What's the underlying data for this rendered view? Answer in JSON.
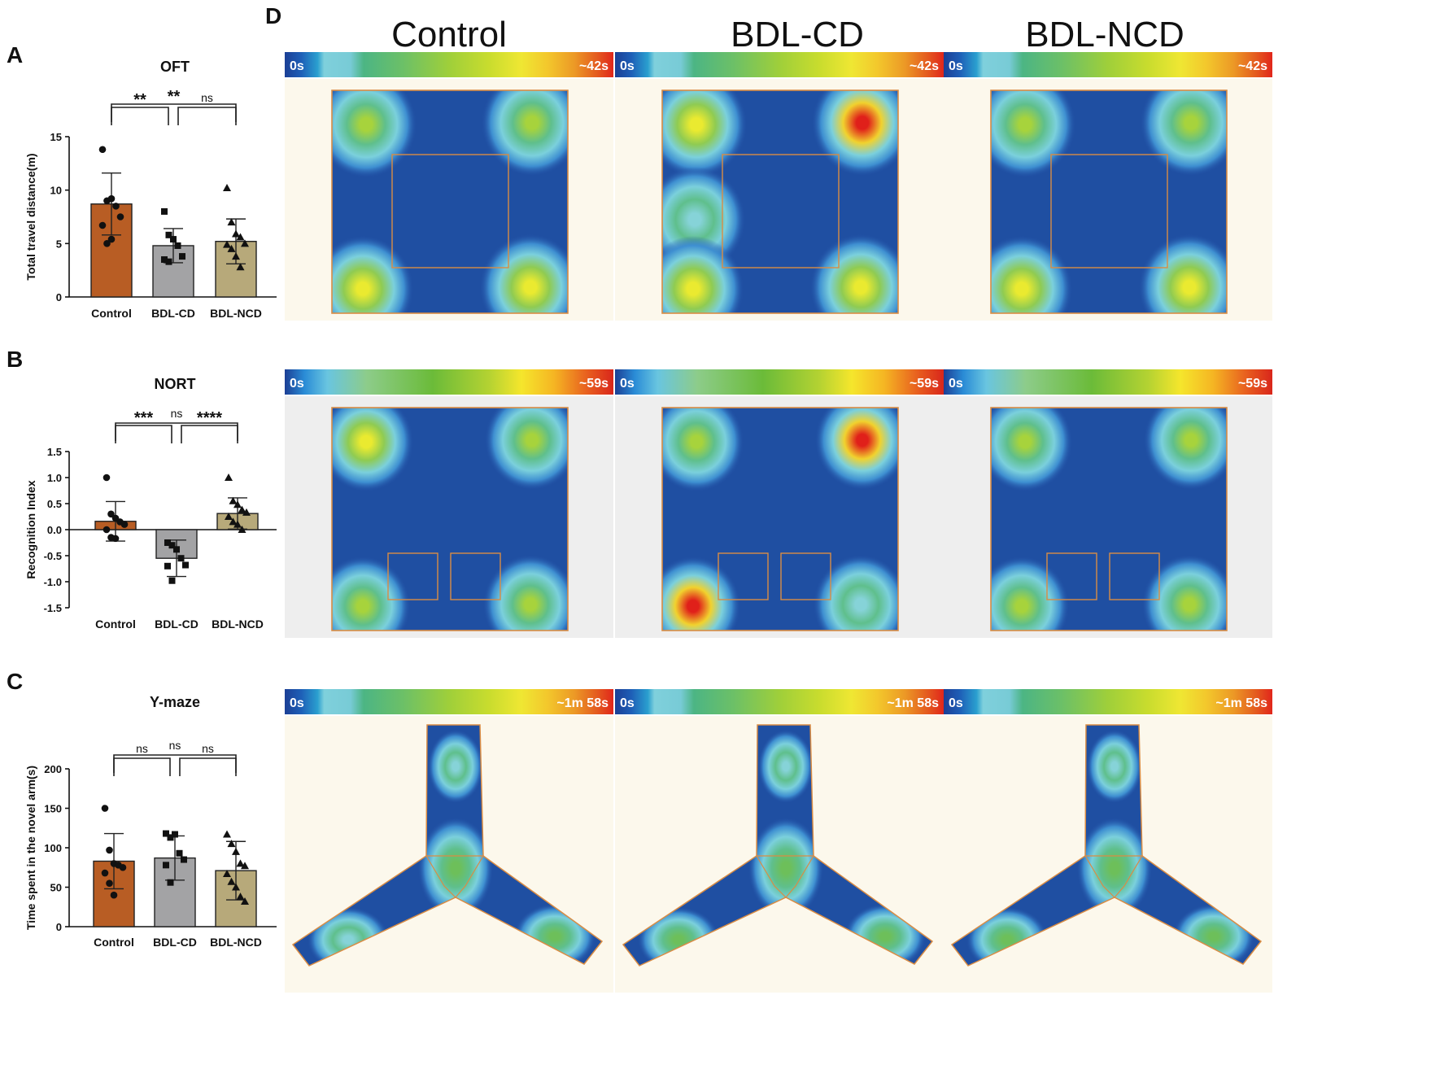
{
  "panel_letters": {
    "a": "A",
    "b": "B",
    "c": "C",
    "d": "D"
  },
  "heatmap_columns": [
    "Control",
    "BDL-CD",
    "BDL-NCD"
  ],
  "colors": {
    "control": "#b85d24",
    "bdl_cd": "#a3a3a5",
    "bdl_ncd": "#b7a97a",
    "arena_blue": "#1f4fa2",
    "arena_border": "#d98c44",
    "beige_bg": "#fcf8ec",
    "grey_bg": "#eeeeee"
  },
  "chart_data": [
    {
      "id": "A",
      "type": "bar",
      "title": "OFT",
      "ylabel": "Total travel distance(m)",
      "categories": [
        "Control",
        "BDL-CD",
        "BDL-NCD"
      ],
      "values": [
        8.7,
        4.8,
        5.2
      ],
      "error_sd": [
        2.9,
        1.6,
        2.1
      ],
      "points": [
        [
          13.8,
          9.0,
          9.2,
          8.5,
          7.5,
          6.7,
          5.0,
          5.4
        ],
        [
          8.0,
          5.8,
          5.4,
          4.8,
          3.8,
          3.5,
          3.3
        ],
        [
          10.2,
          7.0,
          5.9,
          5.6,
          5.0,
          4.9,
          4.5,
          3.8,
          2.8
        ]
      ],
      "markers": [
        "circle",
        "square",
        "triangle"
      ],
      "ylim": [
        0,
        15
      ],
      "yticks": [
        0,
        5,
        10,
        15
      ],
      "comparisons": [
        {
          "from": 0,
          "to": 1,
          "label": "**"
        },
        {
          "from": 1,
          "to": 2,
          "label": "ns"
        },
        {
          "from": 0,
          "to": 2,
          "label": "**"
        }
      ]
    },
    {
      "id": "B",
      "type": "bar",
      "title": "NORT",
      "ylabel": "Recognition Index",
      "categories": [
        "Control",
        "BDL-CD",
        "BDL-NCD"
      ],
      "values": [
        0.16,
        -0.55,
        0.31
      ],
      "error_sd": [
        0.38,
        0.35,
        0.3
      ],
      "points": [
        [
          1.0,
          0.3,
          0.22,
          0.15,
          0.1,
          0.0,
          -0.15,
          -0.17
        ],
        [
          -0.25,
          -0.3,
          -0.38,
          -0.55,
          -0.68,
          -0.7,
          -0.98
        ],
        [
          1.0,
          0.55,
          0.48,
          0.38,
          0.33,
          0.25,
          0.15,
          0.1,
          0.0
        ]
      ],
      "markers": [
        "circle",
        "square",
        "triangle"
      ],
      "ylim": [
        -1.5,
        1.5
      ],
      "yticks": [
        -1.5,
        -1.0,
        -0.5,
        0.0,
        0.5,
        1.0,
        1.5
      ],
      "ytick_labels": [
        "-1.5",
        "-1.0",
        "-0.5",
        "0.0",
        "0.5",
        "1.0",
        "1.5"
      ],
      "comparisons": [
        {
          "from": 0,
          "to": 1,
          "label": "***"
        },
        {
          "from": 1,
          "to": 2,
          "label": "****"
        },
        {
          "from": 0,
          "to": 2,
          "label": "ns"
        }
      ]
    },
    {
      "id": "C",
      "type": "bar",
      "title": "Y-maze",
      "ylabel": "Time spent in the novel arm(s)",
      "categories": [
        "Control",
        "BDL-CD",
        "BDL-NCD"
      ],
      "values": [
        83,
        87,
        71
      ],
      "error_sd": [
        35,
        28,
        37
      ],
      "points": [
        [
          150,
          97,
          80,
          78,
          75,
          68,
          55,
          40
        ],
        [
          118,
          113,
          117,
          93,
          85,
          78,
          56
        ],
        [
          117,
          105,
          95,
          80,
          77,
          67,
          57,
          50,
          38,
          32
        ]
      ],
      "markers": [
        "circle",
        "square",
        "triangle"
      ],
      "ylim": [
        0,
        200
      ],
      "yticks": [
        0,
        50,
        100,
        150,
        200
      ],
      "comparisons": [
        {
          "from": 0,
          "to": 1,
          "label": "ns"
        },
        {
          "from": 1,
          "to": 2,
          "label": "ns"
        },
        {
          "from": 0,
          "to": 2,
          "label": "ns"
        }
      ]
    },
    {
      "id": "D",
      "type": "heatmap",
      "rows": [
        {
          "test": "OFT",
          "scale_start": "0s",
          "scale_end": "~42s",
          "arena": "open-field",
          "hotspots": [
            {
              "group": "Control",
              "spots": [
                [
                  "top-left",
                  0.55
                ],
                [
                  "top-right",
                  0.55
                ],
                [
                  "bottom-left",
                  0.8
                ],
                [
                  "bottom-right",
                  0.75
                ]
              ]
            },
            {
              "group": "BDL-CD",
              "spots": [
                [
                  "top-left",
                  0.8
                ],
                [
                  "top-right",
                  1.0
                ],
                [
                  "mid-left",
                  0.3
                ],
                [
                  "bottom-left",
                  0.8
                ],
                [
                  "bottom-right",
                  0.75
                ]
              ]
            },
            {
              "group": "BDL-NCD",
              "spots": [
                [
                  "top-left",
                  0.55
                ],
                [
                  "top-right",
                  0.5
                ],
                [
                  "bottom-left",
                  0.8
                ],
                [
                  "bottom-right",
                  0.75
                ]
              ]
            }
          ]
        },
        {
          "test": "NORT",
          "scale_start": "0s",
          "scale_end": "~59s",
          "arena": "object-box",
          "hotspots": [
            {
              "group": "Control",
              "spots": [
                [
                  "top-left",
                  0.78
                ],
                [
                  "top-right",
                  0.72
                ],
                [
                  "bottom-left",
                  0.55
                ],
                [
                  "bottom-right",
                  0.6
                ]
              ]
            },
            {
              "group": "BDL-CD",
              "spots": [
                [
                  "top-left",
                  0.5
                ],
                [
                  "top-right",
                  1.0
                ],
                [
                  "bottom-left",
                  1.0
                ],
                [
                  "bottom-right",
                  0.25
                ]
              ]
            },
            {
              "group": "BDL-NCD",
              "spots": [
                [
                  "top-left",
                  0.55
                ],
                [
                  "top-right",
                  0.55
                ],
                [
                  "bottom-left",
                  0.55
                ],
                [
                  "bottom-right",
                  0.55
                ]
              ]
            }
          ]
        },
        {
          "test": "Y-maze",
          "scale_start": "0s",
          "scale_end": "~1m 58s",
          "arena": "y-maze",
          "hotspots": [
            {
              "group": "Control",
              "spots": [
                [
                  "top-arm",
                  0.35
                ],
                [
                  "center",
                  0.45
                ],
                [
                  "left-arm",
                  0.3
                ],
                [
                  "right-arm",
                  0.45
                ]
              ]
            },
            {
              "group": "BDL-CD",
              "spots": [
                [
                  "top-arm",
                  0.35
                ],
                [
                  "center",
                  0.45
                ],
                [
                  "left-arm",
                  0.45
                ],
                [
                  "right-arm",
                  0.45
                ]
              ]
            },
            {
              "group": "BDL-NCD",
              "spots": [
                [
                  "top-arm",
                  0.35
                ],
                [
                  "center",
                  0.45
                ],
                [
                  "left-arm",
                  0.4
                ],
                [
                  "right-arm",
                  0.45
                ]
              ]
            }
          ]
        }
      ]
    }
  ]
}
